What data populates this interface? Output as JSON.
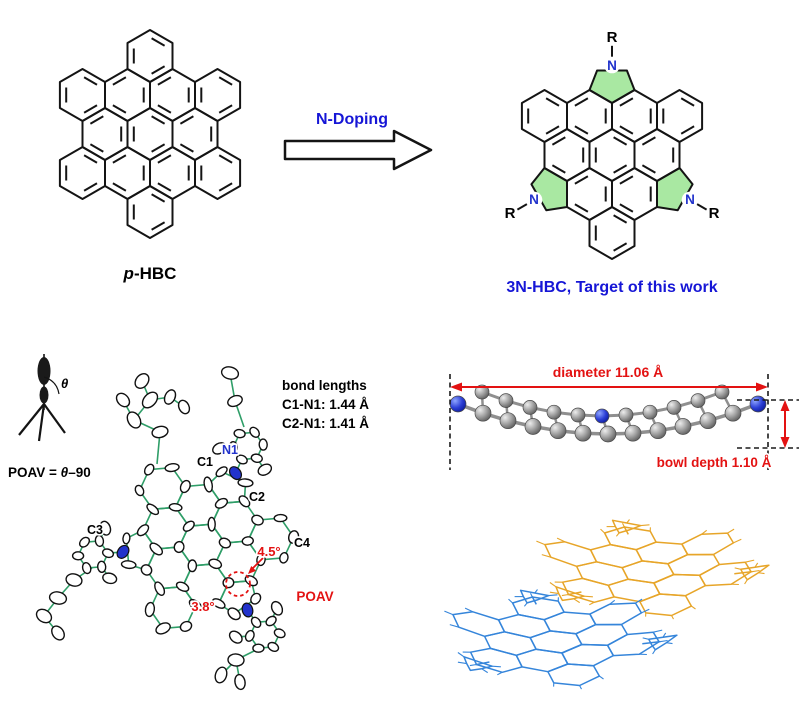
{
  "scheme": {
    "reactant_label_prefix": "p",
    "reactant_label_suffix": "-HBC",
    "reaction_label": "N-Doping",
    "product_label": "3N-HBC, Target of this work",
    "nitrogen_labels": [
      "N",
      "N",
      "N"
    ],
    "substituent_labels": [
      "R",
      "R",
      "R"
    ]
  },
  "crystal": {
    "bond_lengths_title": "bond lengths",
    "bond_length_c1n1": "C1-N1: 1.44 Å",
    "bond_length_c2n1": "C2-N1: 1.41 Å",
    "atom_labels": {
      "c1": "C1",
      "n1": "N1",
      "c2": "C2",
      "c3": "C3",
      "c4": "C4"
    },
    "poav_angle_1": "4.5°",
    "poav_angle_2": "3.8°",
    "poav_label": "POAV",
    "poav_formula_prefix": "POAV = ",
    "poav_formula_theta": "θ",
    "poav_formula_suffix": "–90",
    "theta_symbol": "θ"
  },
  "measurements": {
    "diameter_label": "diameter 11.06 Å",
    "bowl_depth_label": "bowl depth 1.10 Å"
  },
  "colors": {
    "accent_blue": "#1616d6",
    "annotation_red": "#e31212",
    "pentagon_green": "#a9e8a2",
    "bond_green": "#2f9e68",
    "nitrogen_blue": "#2233cc",
    "sphere_gray": "#9a9a9a",
    "mol_orange": "#e6a11e",
    "mol_blue": "#2b7fd9"
  }
}
